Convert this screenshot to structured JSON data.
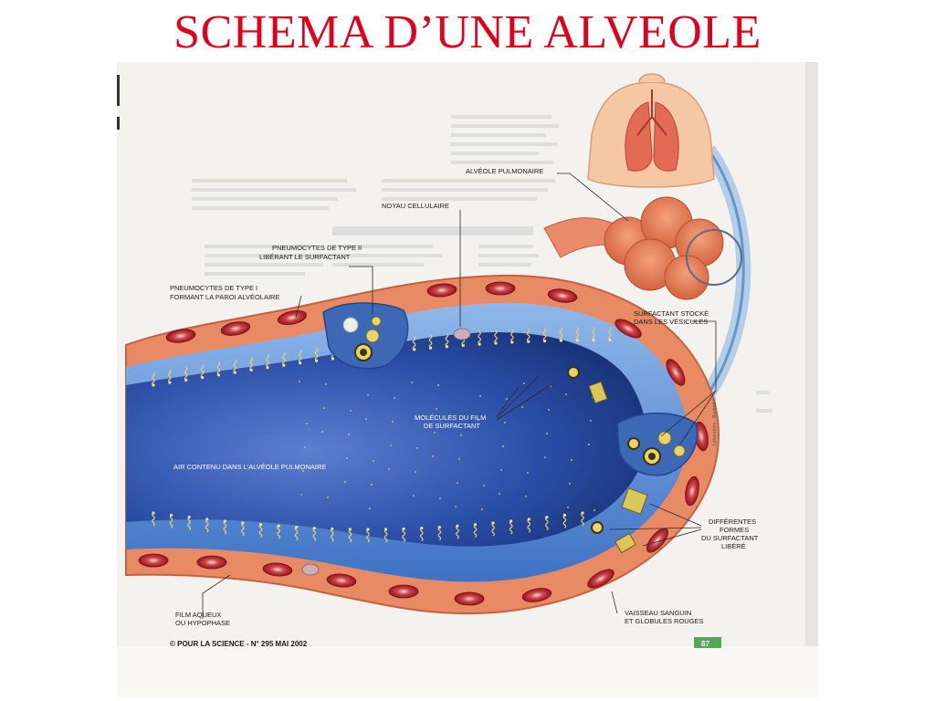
{
  "title": "SCHEMA D’UNE ALVEOLE",
  "labels": {
    "alveole_pulmonaire": "ALVÉOLE PULMONAIRE",
    "noyau_cellulaire": "NOYAU CELLULAIRE",
    "pneumocytes_type2": [
      "PNEUMOCYTES DE TYPE II",
      "LIBÉRANT LE SURFACTANT"
    ],
    "pneumocytes_type1": [
      "PNEUMOCYTES DE TYPE I",
      "FORMANT LA PAROI ALVÉOLAIRE"
    ],
    "surfactant_stocke": [
      "SURFACTANT STOCKÉ",
      "DANS LES VÉSICULES"
    ],
    "molecules_film": [
      "MOLÉCULES DU FILM",
      "DE SURFACTANT"
    ],
    "air_contenu": "AIR CONTENU DANS L’ALVÉOLE PULMONAIRE",
    "differentes_formes": [
      "DIFFÉRENTES",
      "FORMES",
      "DU SURFACTANT",
      "LIBÉRÉ"
    ],
    "film_aqueux": [
      "FILM AQUEUX",
      "OU HYPOPHASE"
    ],
    "vaisseau": [
      "VAISSEAU SANGUIN",
      "ET GLOBULES ROUGES"
    ]
  },
  "footer": {
    "credit": "© POUR LA SCIENCE - N° 295 MAI 2002",
    "page_number": "87"
  },
  "colors": {
    "title": "#e0001b",
    "tissue": "#e88a63",
    "blood_cell": "#b8222a",
    "film": "#3a6fc4",
    "lumen": "#1e3f8c",
    "vesicle": "#e7d56a"
  }
}
